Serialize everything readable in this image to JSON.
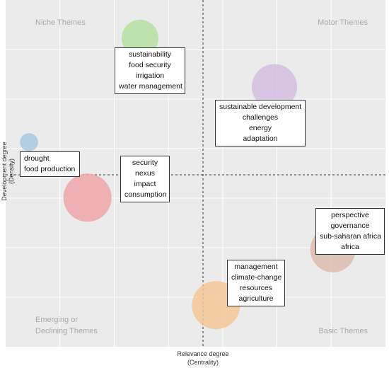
{
  "chart_data": {
    "type": "scatter",
    "title": "",
    "xlabel": "Relevance degree",
    "xlabel_sub": "(Centrality)",
    "ylabel": "Development degree",
    "ylabel_sub": "(Density)",
    "quadrants": {
      "top_left": "Niche Themes",
      "top_right": "Motor Themes",
      "bottom_left_1": "Emerging or",
      "bottom_left_2": "Declining Themes",
      "bottom_right": "Basic Themes"
    },
    "grid": true,
    "clusters": [
      {
        "id": "c1",
        "x": 2.3,
        "y": 8.9,
        "size": 0.45,
        "color": "#b5e0a3",
        "keywords": [
          "sustainability",
          "food security",
          "irrigation",
          "water management"
        ]
      },
      {
        "id": "c2",
        "x": 4.6,
        "y": 7.5,
        "size": 0.6,
        "color": "#d3bfe0",
        "keywords": [
          "sustainable development",
          "challenges",
          "energy",
          "adaptation"
        ]
      },
      {
        "id": "c3",
        "x": 0.4,
        "y": 5.9,
        "size": 0.12,
        "color": "#a7c9df",
        "keywords": [
          "drought",
          "food production"
        ]
      },
      {
        "id": "c4",
        "x": 1.4,
        "y": 4.3,
        "size": 0.65,
        "color": "#eea6a8",
        "keywords": [
          "security",
          "nexus",
          "impact",
          "consumption"
        ]
      },
      {
        "id": "c5",
        "x": 5.6,
        "y": 2.8,
        "size": 0.6,
        "color": "#dcbcb0",
        "keywords": [
          "perspective",
          "governance",
          "sub-saharan africa",
          "africa"
        ]
      },
      {
        "id": "c6",
        "x": 3.6,
        "y": 1.2,
        "size": 0.65,
        "color": "#f6c797",
        "keywords": [
          "management",
          "climate-change",
          "resources",
          "agriculture"
        ]
      }
    ]
  }
}
